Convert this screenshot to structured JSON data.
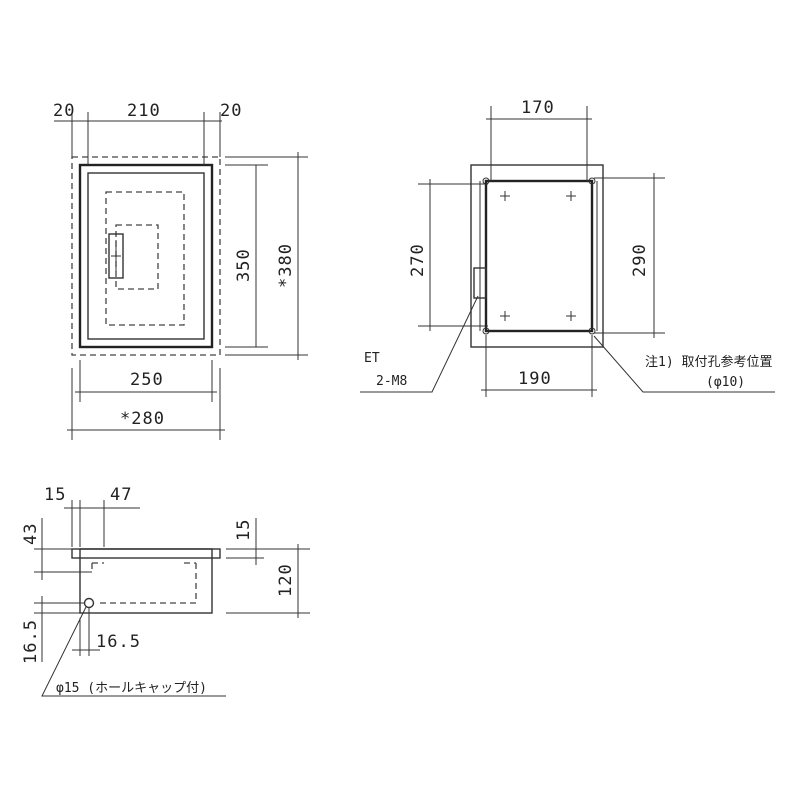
{
  "front_view": {
    "dims": {
      "top_left": "20",
      "top_center": "210",
      "top_right": "20",
      "height_inner": "350",
      "height_outer": "*380",
      "width_inner": "250",
      "width_outer": "*280"
    }
  },
  "back_view": {
    "dims": {
      "top_width": "170",
      "left_height": "270",
      "right_height": "290",
      "bottom_width": "190"
    },
    "notes": {
      "et_label": "ET",
      "screw_label": "2-M8",
      "mount_note": "注1) 取付孔参考位置",
      "mount_hole": "(φ10)"
    }
  },
  "side_view": {
    "dims": {
      "top_15": "15",
      "top_47": "47",
      "left_43": "43",
      "right_15": "15",
      "right_120": "120",
      "left_16_5": "16.5",
      "bottom_16_5": "16.5"
    },
    "notes": {
      "hole": "φ15 (ホールキャップ付)"
    }
  }
}
